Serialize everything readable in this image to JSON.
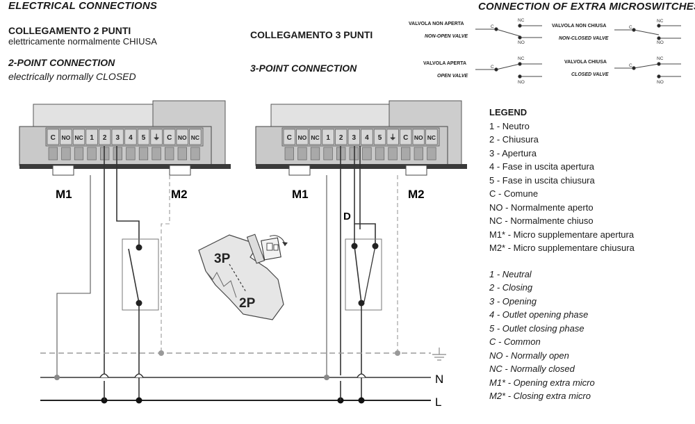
{
  "header": {
    "electrical": "ELECTRICAL CONNECTIONS",
    "extra_micro": "CONNECTION OF EXTRA MICROSWITCHES"
  },
  "two_point": {
    "it_title": "COLLEGAMENTO 2 PUNTI",
    "it_sub": "elettricamente normalmente CHIUSA",
    "en_title": "2-POINT CONNECTION",
    "en_sub": "electrically normally CLOSED"
  },
  "three_point": {
    "it_title": "COLLEGAMENTO 3 PUNTI",
    "en_title": "3-POINT CONNECTION"
  },
  "micros": [
    {
      "it": "VALVOLA NON APERTA",
      "en": "NON-OPEN VALVE"
    },
    {
      "it": "VALVOLA NON CHIUSA",
      "en": "NON-CLOSED VALVE"
    },
    {
      "it": "VALVOLA APERTA",
      "en": "OPEN VALVE"
    },
    {
      "it": "VALVOLA CHIUSA",
      "en": "CLOSED VALVE"
    }
  ],
  "switch_labels": {
    "c": "C",
    "nc": "NC",
    "no": "NO"
  },
  "terminals": [
    "C",
    "NO",
    "NC",
    "1",
    "2",
    "3",
    "4",
    "5",
    "⏚",
    "C",
    "NO",
    "NC"
  ],
  "modules": {
    "m1": "M1",
    "m2": "M2"
  },
  "wire_d": "D",
  "selector": {
    "three": "3P",
    "two": "2P"
  },
  "bus": {
    "n": "N",
    "l": "L"
  },
  "legend": {
    "title": "LEGEND",
    "it": [
      "1 - Neutro",
      "2 - Chiusura",
      "3 - Apertura",
      "4 - Fase in uscita apertura",
      "5 - Fase in uscita chiusura",
      "C - Comune",
      "NO - Normalmente aperto",
      "NC - Normalmente chiuso",
      "M1* - Micro supplementare apertura",
      "M2* - Micro supplementare chiusura"
    ],
    "en": [
      "1 - Neutral",
      "2 - Closing",
      "3 - Opening",
      "4 - Outlet opening phase",
      "5 - Outlet closing phase",
      "C - Common",
      "NO - Normally open",
      "NC - Normally closed",
      "M1* - Opening extra micro",
      "M2* - Closing extra micro"
    ]
  },
  "colors": {
    "line": "#333333",
    "ground": "#999999",
    "housing": "#cfcfcf",
    "terminal": "#b8b8b8"
  }
}
